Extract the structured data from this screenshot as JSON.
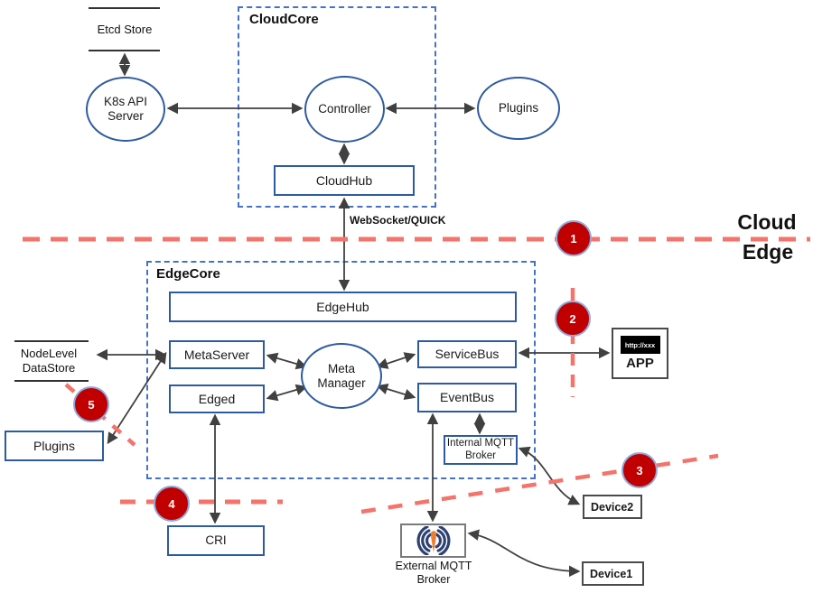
{
  "zones": {
    "cloud_label": "Cloud",
    "edge_label": "Edge",
    "link_label": "WebSocket/QUICK"
  },
  "cloudcore": {
    "label": "CloudCore",
    "etcd_store": "Etcd Store",
    "k8s_api_server": "K8s API Server",
    "controller": "Controller",
    "cloudhub": "CloudHub",
    "plugins": "Plugins"
  },
  "edgecore": {
    "label": "EdgeCore",
    "edgehub": "EdgeHub",
    "metaserver": "MetaServer",
    "edged": "Edged",
    "meta_manager": "Meta Manager",
    "servicebus": "ServiceBus",
    "eventbus": "EventBus",
    "internal_mqtt_broker": "Internal MQTT Broker"
  },
  "edge_side": {
    "nodelevel_datastore": "NodeLevel DataStore",
    "plugins": "Plugins",
    "cri": "CRI",
    "external_mqtt_broker": "External MQTT Broker"
  },
  "external": {
    "app_url": "http://xxx",
    "app_label": "APP",
    "device1": "Device1",
    "device2": "Device2"
  },
  "markers": [
    "1",
    "2",
    "3",
    "4",
    "5"
  ],
  "colors": {
    "node_border": "#2e5b9f",
    "group_border": "#4472c4",
    "separator_red": "#f4736b",
    "marker_red": "#c00000",
    "marker_ring": "#8faadc",
    "arrow": "#404040",
    "wifi_navy": "#2e4272",
    "wifi_orange": "#ed7d31",
    "device_border": "#4a4a4a"
  }
}
